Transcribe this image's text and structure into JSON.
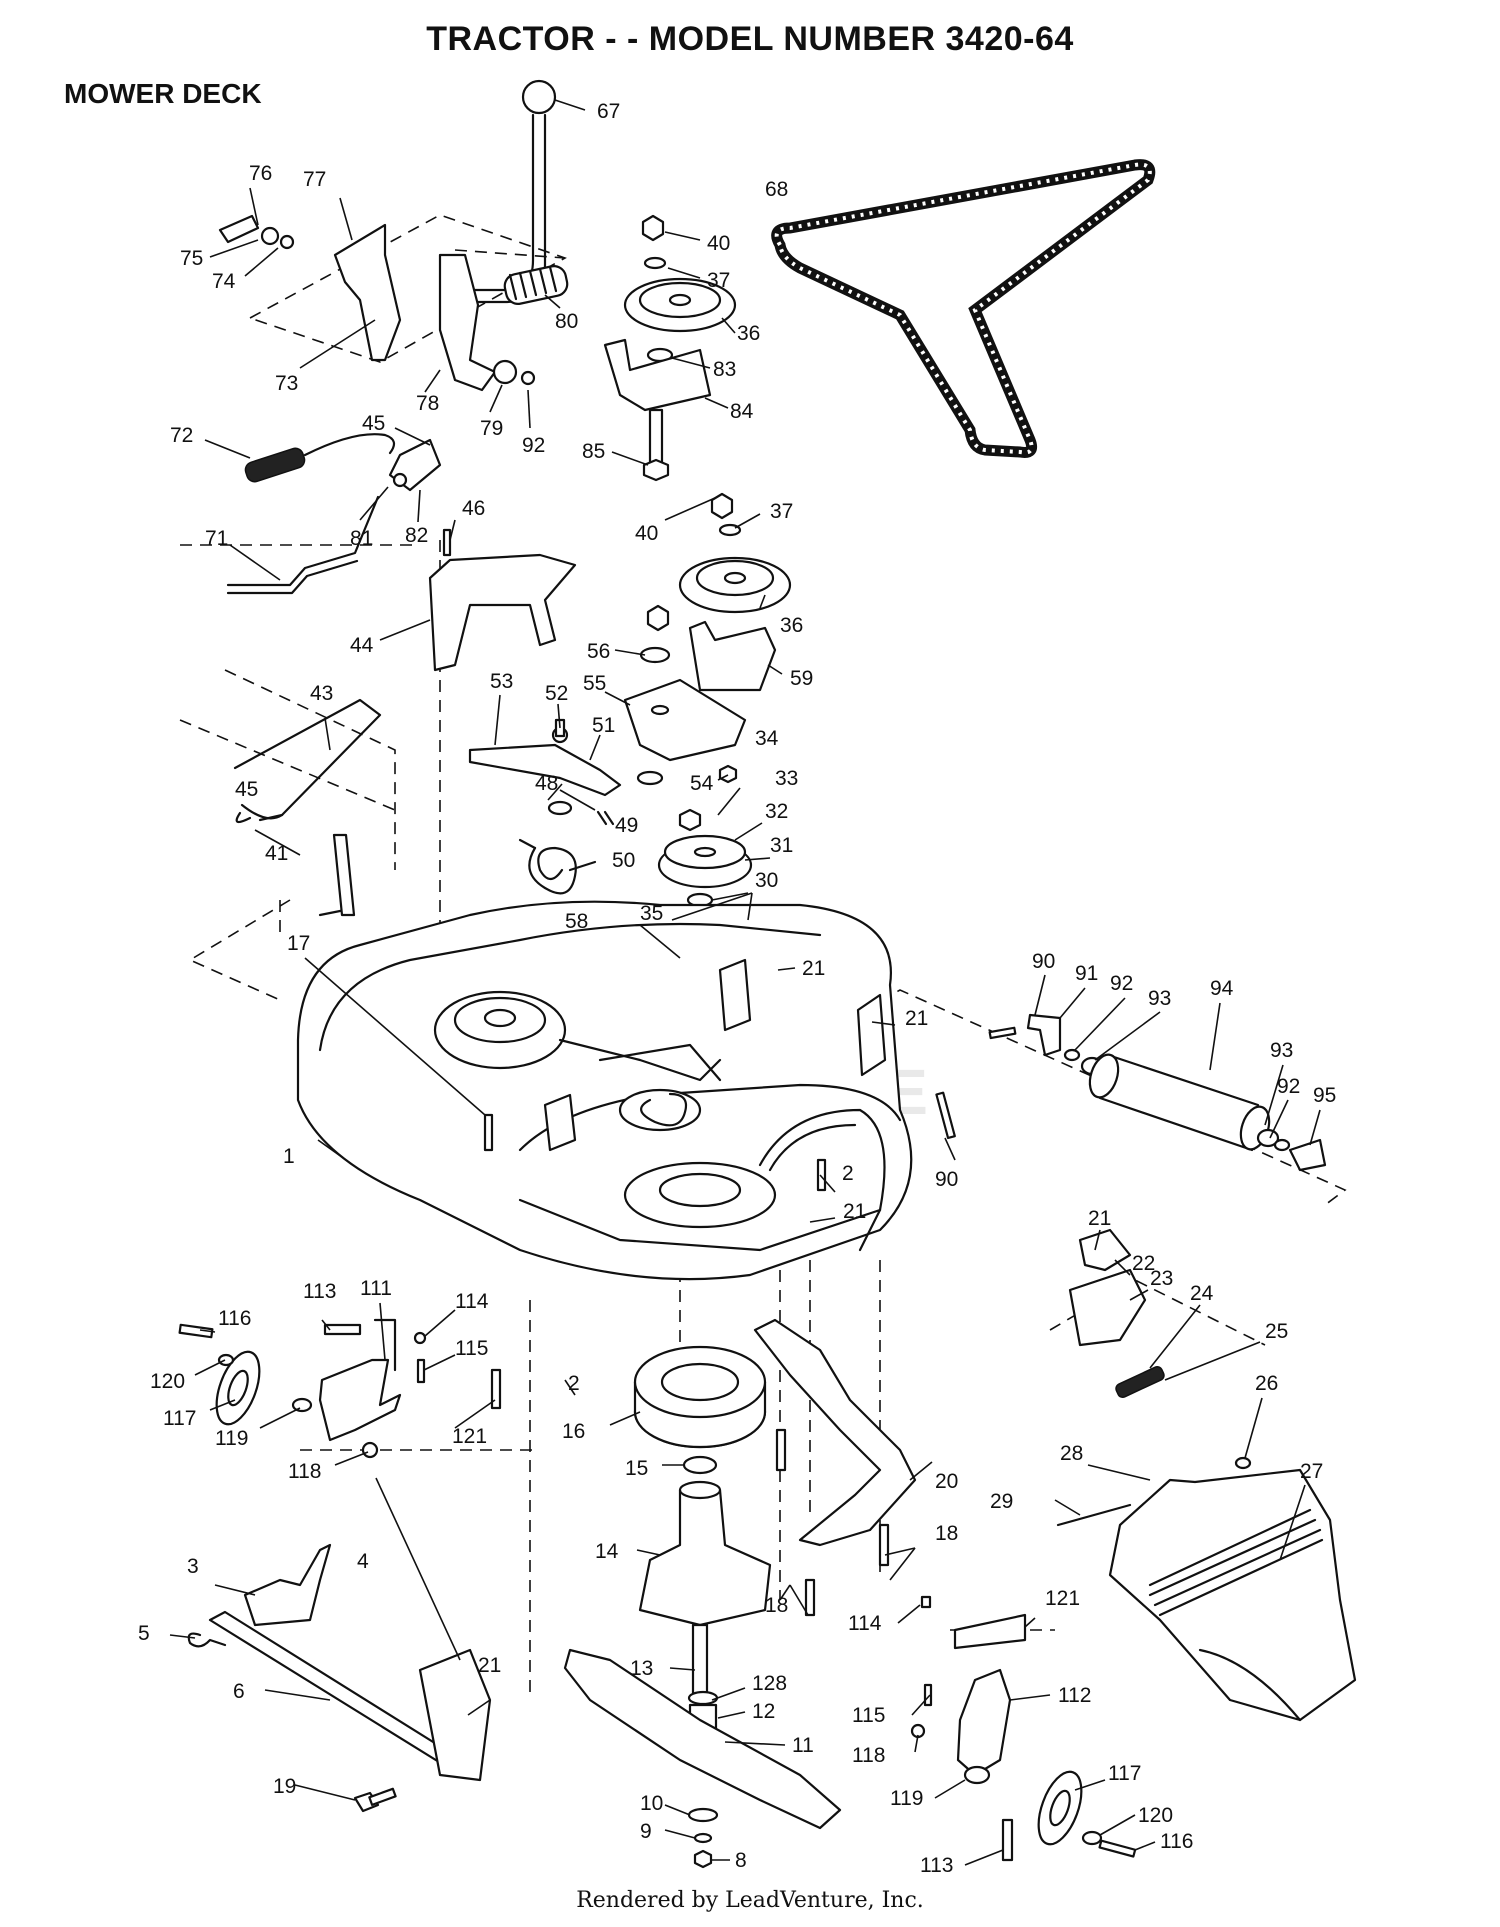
{
  "header": {
    "title": "TRACTOR - - MODEL NUMBER 3420-64",
    "section": "MOWER DECK"
  },
  "watermark": "VENTURE",
  "footer": {
    "text": "Rendered by LeadVenture, Inc."
  },
  "callouts": [
    {
      "id": "c67",
      "label": "67"
    },
    {
      "id": "c68",
      "label": "68"
    },
    {
      "id": "c76",
      "label": "76"
    },
    {
      "id": "c77",
      "label": "77"
    },
    {
      "id": "c75",
      "label": "75"
    },
    {
      "id": "c74",
      "label": "74"
    },
    {
      "id": "c73",
      "label": "73"
    },
    {
      "id": "c78",
      "label": "78"
    },
    {
      "id": "c79",
      "label": "79"
    },
    {
      "id": "c92a",
      "label": "92"
    },
    {
      "id": "c80",
      "label": "80"
    },
    {
      "id": "c40a",
      "label": "40"
    },
    {
      "id": "c37a",
      "label": "37"
    },
    {
      "id": "c36a",
      "label": "36"
    },
    {
      "id": "c83",
      "label": "83"
    },
    {
      "id": "c84",
      "label": "84"
    },
    {
      "id": "c85",
      "label": "85"
    },
    {
      "id": "c72",
      "label": "72"
    },
    {
      "id": "c45a",
      "label": "45"
    },
    {
      "id": "c81",
      "label": "81"
    },
    {
      "id": "c82",
      "label": "82"
    },
    {
      "id": "c46",
      "label": "46"
    },
    {
      "id": "c71",
      "label": "71"
    },
    {
      "id": "c44",
      "label": "44"
    },
    {
      "id": "c40b",
      "label": "40"
    },
    {
      "id": "c37b",
      "label": "37"
    },
    {
      "id": "c36b",
      "label": "36"
    },
    {
      "id": "c56",
      "label": "56"
    },
    {
      "id": "c55",
      "label": "55"
    },
    {
      "id": "c59",
      "label": "59"
    },
    {
      "id": "c53",
      "label": "53"
    },
    {
      "id": "c52",
      "label": "52"
    },
    {
      "id": "c51",
      "label": "51"
    },
    {
      "id": "c34",
      "label": "34"
    },
    {
      "id": "c43",
      "label": "43"
    },
    {
      "id": "c48",
      "label": "48"
    },
    {
      "id": "c54",
      "label": "54"
    },
    {
      "id": "c33",
      "label": "33"
    },
    {
      "id": "c45b",
      "label": "45"
    },
    {
      "id": "c49",
      "label": "49"
    },
    {
      "id": "c32",
      "label": "32"
    },
    {
      "id": "c41",
      "label": "41"
    },
    {
      "id": "c50",
      "label": "50"
    },
    {
      "id": "c31",
      "label": "31"
    },
    {
      "id": "c30",
      "label": "30"
    },
    {
      "id": "c58",
      "label": "58"
    },
    {
      "id": "c35",
      "label": "35"
    },
    {
      "id": "c17",
      "label": "17"
    },
    {
      "id": "c21a",
      "label": "21"
    },
    {
      "id": "c90a",
      "label": "90"
    },
    {
      "id": "c91",
      "label": "91"
    },
    {
      "id": "c92b",
      "label": "92"
    },
    {
      "id": "c93a",
      "label": "93"
    },
    {
      "id": "c94",
      "label": "94"
    },
    {
      "id": "c21b",
      "label": "21"
    },
    {
      "id": "c93b",
      "label": "93"
    },
    {
      "id": "c92c",
      "label": "92"
    },
    {
      "id": "c95",
      "label": "95"
    },
    {
      "id": "c1",
      "label": "1"
    },
    {
      "id": "c90b",
      "label": "90"
    },
    {
      "id": "c2a",
      "label": "2"
    },
    {
      "id": "c21c",
      "label": "21"
    },
    {
      "id": "c21d",
      "label": "21"
    },
    {
      "id": "c22",
      "label": "22"
    },
    {
      "id": "c23",
      "label": "23"
    },
    {
      "id": "c24",
      "label": "24"
    },
    {
      "id": "c113a",
      "label": "113"
    },
    {
      "id": "c111",
      "label": "111"
    },
    {
      "id": "c114a",
      "label": "114"
    },
    {
      "id": "c116a",
      "label": "116"
    },
    {
      "id": "c115a",
      "label": "115"
    },
    {
      "id": "c25",
      "label": "25"
    },
    {
      "id": "c120a",
      "label": "120"
    },
    {
      "id": "c2b",
      "label": "2"
    },
    {
      "id": "c26",
      "label": "26"
    },
    {
      "id": "c117a",
      "label": "117"
    },
    {
      "id": "c119a",
      "label": "119"
    },
    {
      "id": "c121a",
      "label": "121"
    },
    {
      "id": "c16",
      "label": "16"
    },
    {
      "id": "c118a",
      "label": "118"
    },
    {
      "id": "c15",
      "label": "15"
    },
    {
      "id": "c28",
      "label": "28"
    },
    {
      "id": "c27",
      "label": "27"
    },
    {
      "id": "c20",
      "label": "20"
    },
    {
      "id": "c29",
      "label": "29"
    },
    {
      "id": "c14",
      "label": "14"
    },
    {
      "id": "c18a",
      "label": "18"
    },
    {
      "id": "c3",
      "label": "3"
    },
    {
      "id": "c4",
      "label": "4"
    },
    {
      "id": "c18b",
      "label": "18"
    },
    {
      "id": "c114b",
      "label": "114"
    },
    {
      "id": "c121b",
      "label": "121"
    },
    {
      "id": "c5",
      "label": "5"
    },
    {
      "id": "c21e",
      "label": "21"
    },
    {
      "id": "c6",
      "label": "6"
    },
    {
      "id": "c13",
      "label": "13"
    },
    {
      "id": "c128",
      "label": "128"
    },
    {
      "id": "c12",
      "label": "12"
    },
    {
      "id": "c115b",
      "label": "115"
    },
    {
      "id": "c112",
      "label": "112"
    },
    {
      "id": "c11",
      "label": "11"
    },
    {
      "id": "c118b",
      "label": "118"
    },
    {
      "id": "c19",
      "label": "19"
    },
    {
      "id": "c117b",
      "label": "117"
    },
    {
      "id": "c10",
      "label": "10"
    },
    {
      "id": "c119b",
      "label": "119"
    },
    {
      "id": "c120b",
      "label": "120"
    },
    {
      "id": "c9",
      "label": "9"
    },
    {
      "id": "c113b",
      "label": "113"
    },
    {
      "id": "c116b",
      "label": "116"
    },
    {
      "id": "c8",
      "label": "8"
    }
  ]
}
